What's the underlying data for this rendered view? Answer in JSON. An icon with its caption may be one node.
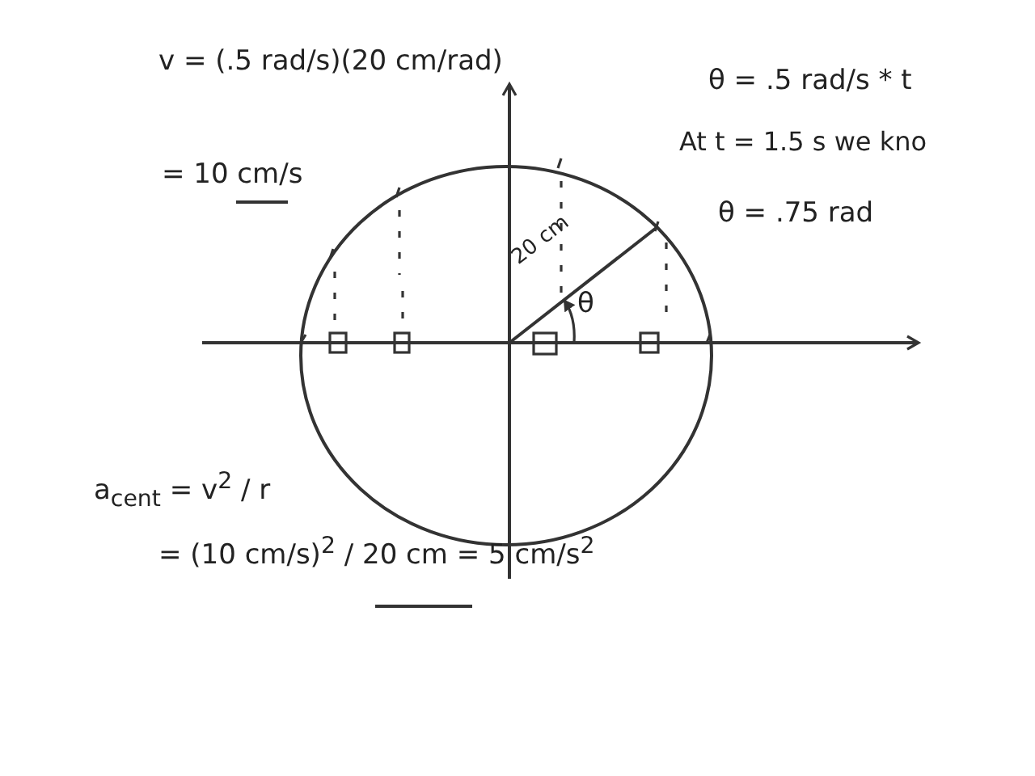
{
  "diagram": {
    "labels": [
      "v = (.5 rad/s)(20 cm/rad)",
      "= 10 cm/s",
      "θ = .5 rad/s * t",
      "At t = 1.5 s we kno",
      "θ = .75 rad",
      "20 cm",
      "θ",
      "a$_{cent}$ = v$^{2}$ / r",
      "= (10 cm/s)$^{2}$ / 20 cm = 5 cm/s$^{2}$"
    ]
  }
}
